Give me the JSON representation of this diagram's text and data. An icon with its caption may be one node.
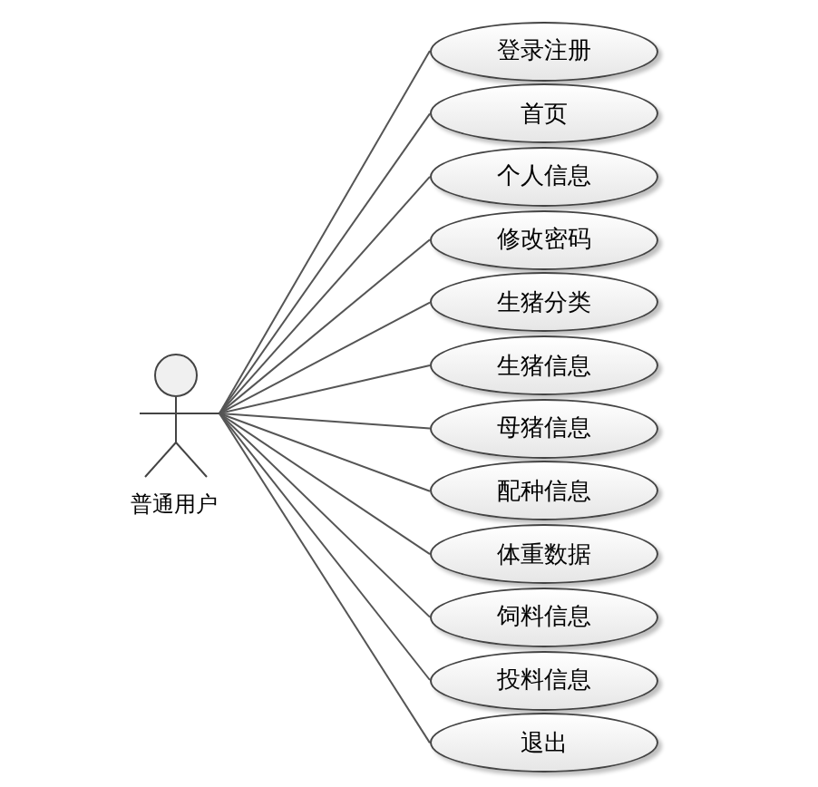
{
  "diagram": {
    "nodes": [
      {
        "text": [
          "普通用户"
        ]
      },
      {
        "text": [
          "登录注册"
        ]
      },
      {
        "text": [
          "首页"
        ]
      },
      {
        "text": [
          "个人信息"
        ]
      },
      {
        "text": [
          "修改密码"
        ]
      },
      {
        "text": [
          "生猪分类"
        ]
      },
      {
        "text": [
          "生猪信息"
        ]
      },
      {
        "text": [
          "母猪信息"
        ]
      },
      {
        "text": [
          "配种信息"
        ]
      },
      {
        "text": [
          "体重数据"
        ]
      },
      {
        "text": [
          "饲料信息"
        ]
      },
      {
        "text": [
          "投料信息"
        ]
      },
      {
        "text": [
          "退出"
        ]
      }
    ],
    "edges": [
      {
        "from": 0,
        "to": 1,
        "arrow": "none"
      },
      {
        "from": 0,
        "to": 2,
        "arrow": "none"
      },
      {
        "from": 0,
        "to": 3,
        "arrow": "none"
      },
      {
        "from": 0,
        "to": 4,
        "arrow": "none"
      },
      {
        "from": 0,
        "to": 5,
        "arrow": "none"
      },
      {
        "from": 0,
        "to": 6,
        "arrow": "none"
      },
      {
        "from": 0,
        "to": 7,
        "arrow": "none"
      },
      {
        "from": 0,
        "to": 8,
        "arrow": "none"
      },
      {
        "from": 0,
        "to": 9,
        "arrow": "none"
      },
      {
        "from": 0,
        "to": 10,
        "arrow": "none"
      },
      {
        "from": 0,
        "to": 11,
        "arrow": "none"
      },
      {
        "from": 0,
        "to": 12,
        "arrow": "none"
      }
    ]
  }
}
